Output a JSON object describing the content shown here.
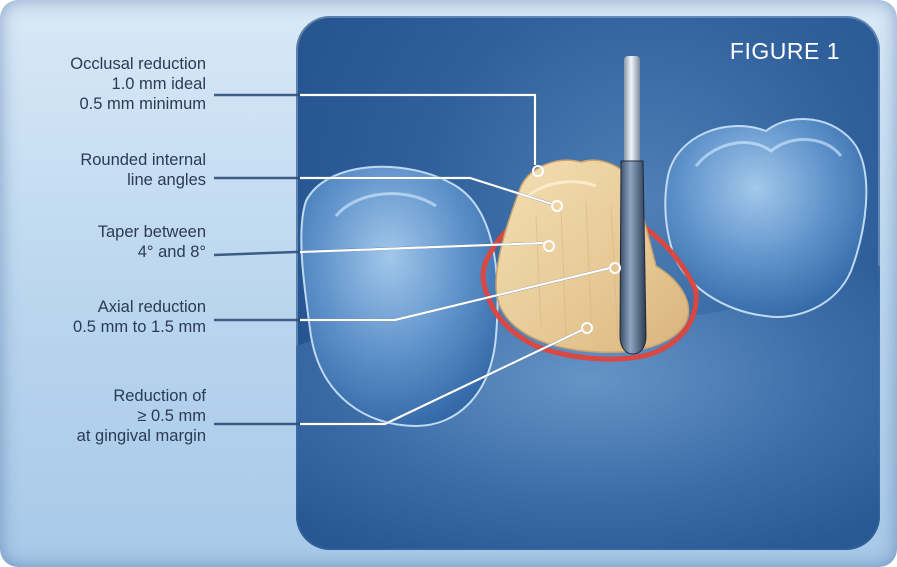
{
  "figure_title": "FIGURE 1",
  "callouts": [
    {
      "lines": [
        "Occlusal reduction",
        "1.0 mm ideal",
        "0.5 mm minimum"
      ]
    },
    {
      "lines": [
        "Rounded internal",
        "line angles"
      ]
    },
    {
      "lines": [
        "Taper between",
        "4° and 8°"
      ]
    },
    {
      "lines": [
        "Axial reduction",
        "0.5 mm to 1.5 mm"
      ]
    },
    {
      "lines": [
        "Reduction of",
        "≥ 0.5 mm",
        "at gingival margin"
      ]
    }
  ],
  "colors": {
    "background": "#b9d5ee",
    "panel": "#2f609c",
    "prepared_tooth": "#e9cf9f",
    "margin_line": "#e0453a",
    "leader_line": "#ffffff",
    "label_text": "#2b3a55"
  }
}
